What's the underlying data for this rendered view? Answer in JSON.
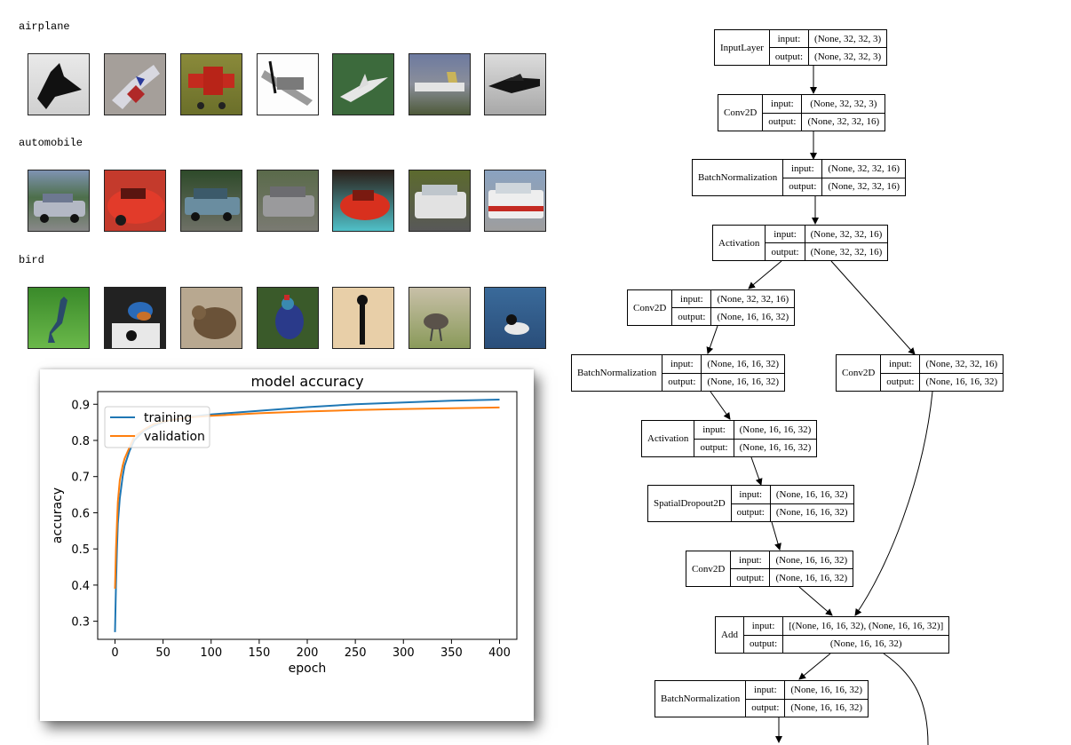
{
  "classes": [
    {
      "label": "airplane"
    },
    {
      "label": "automobile"
    },
    {
      "label": "bird"
    }
  ],
  "chart_data": {
    "type": "line",
    "title": "model accuracy",
    "xlabel": "epoch",
    "ylabel": "accuracy",
    "xlim": [
      -18,
      418
    ],
    "ylim": [
      0.25,
      0.935
    ],
    "xticks": [
      0,
      50,
      100,
      150,
      200,
      250,
      300,
      350,
      400
    ],
    "yticks": [
      0.3,
      0.4,
      0.5,
      0.6,
      0.7,
      0.8,
      0.9
    ],
    "legend": "upper left",
    "series": [
      {
        "name": "training",
        "color": "#1f77b4",
        "x": [
          0,
          1,
          2,
          3,
          5,
          8,
          10,
          15,
          20,
          30,
          40,
          50,
          60,
          80,
          100,
          150,
          200,
          250,
          300,
          350,
          400
        ],
        "y": [
          0.27,
          0.4,
          0.5,
          0.57,
          0.64,
          0.7,
          0.73,
          0.77,
          0.8,
          0.827,
          0.84,
          0.85,
          0.857,
          0.866,
          0.872,
          0.882,
          0.892,
          0.9,
          0.905,
          0.91,
          0.913
        ]
      },
      {
        "name": "validation",
        "color": "#ff7f0e",
        "x": [
          0,
          1,
          2,
          3,
          5,
          8,
          10,
          15,
          20,
          25,
          30,
          40,
          50,
          60,
          80,
          100,
          150,
          200,
          250,
          300,
          350,
          400
        ],
        "y": [
          0.39,
          0.5,
          0.57,
          0.63,
          0.69,
          0.73,
          0.75,
          0.78,
          0.81,
          0.82,
          0.83,
          0.845,
          0.852,
          0.857,
          0.864,
          0.868,
          0.875,
          0.88,
          0.884,
          0.887,
          0.889,
          0.891
        ]
      }
    ]
  },
  "model": {
    "input_label": "input:",
    "output_label": "output:",
    "nodes": [
      {
        "id": "input",
        "name": "InputLayer",
        "input": "(None, 32, 32, 3)",
        "output": "(None, 32, 32, 3)"
      },
      {
        "id": "conv1",
        "name": "Conv2D",
        "input": "(None, 32, 32, 3)",
        "output": "(None, 32, 32, 16)"
      },
      {
        "id": "bn1",
        "name": "BatchNormalization",
        "input": "(None, 32, 32, 16)",
        "output": "(None, 32, 32, 16)"
      },
      {
        "id": "act1",
        "name": "Activation",
        "input": "(None, 32, 32, 16)",
        "output": "(None, 32, 32, 16)"
      },
      {
        "id": "conv2",
        "name": "Conv2D",
        "input": "(None, 32, 32, 16)",
        "output": "(None, 16, 16, 32)"
      },
      {
        "id": "bn2",
        "name": "BatchNormalization",
        "input": "(None, 16, 16, 32)",
        "output": "(None, 16, 16, 32)"
      },
      {
        "id": "convs",
        "name": "Conv2D",
        "input": "(None, 32, 32, 16)",
        "output": "(None, 16, 16, 32)"
      },
      {
        "id": "act2",
        "name": "Activation",
        "input": "(None, 16, 16, 32)",
        "output": "(None, 16, 16, 32)"
      },
      {
        "id": "drop",
        "name": "SpatialDropout2D",
        "input": "(None, 16, 16, 32)",
        "output": "(None, 16, 16, 32)"
      },
      {
        "id": "conv3",
        "name": "Conv2D",
        "input": "(None, 16, 16, 32)",
        "output": "(None, 16, 16, 32)"
      },
      {
        "id": "add",
        "name": "Add",
        "input": "[(None, 16, 16, 32), (None, 16, 16, 32)]",
        "output": "(None, 16, 16, 32)"
      },
      {
        "id": "bn3",
        "name": "BatchNormalization",
        "input": "(None, 16, 16, 32)",
        "output": "(None, 16, 16, 32)"
      }
    ]
  }
}
